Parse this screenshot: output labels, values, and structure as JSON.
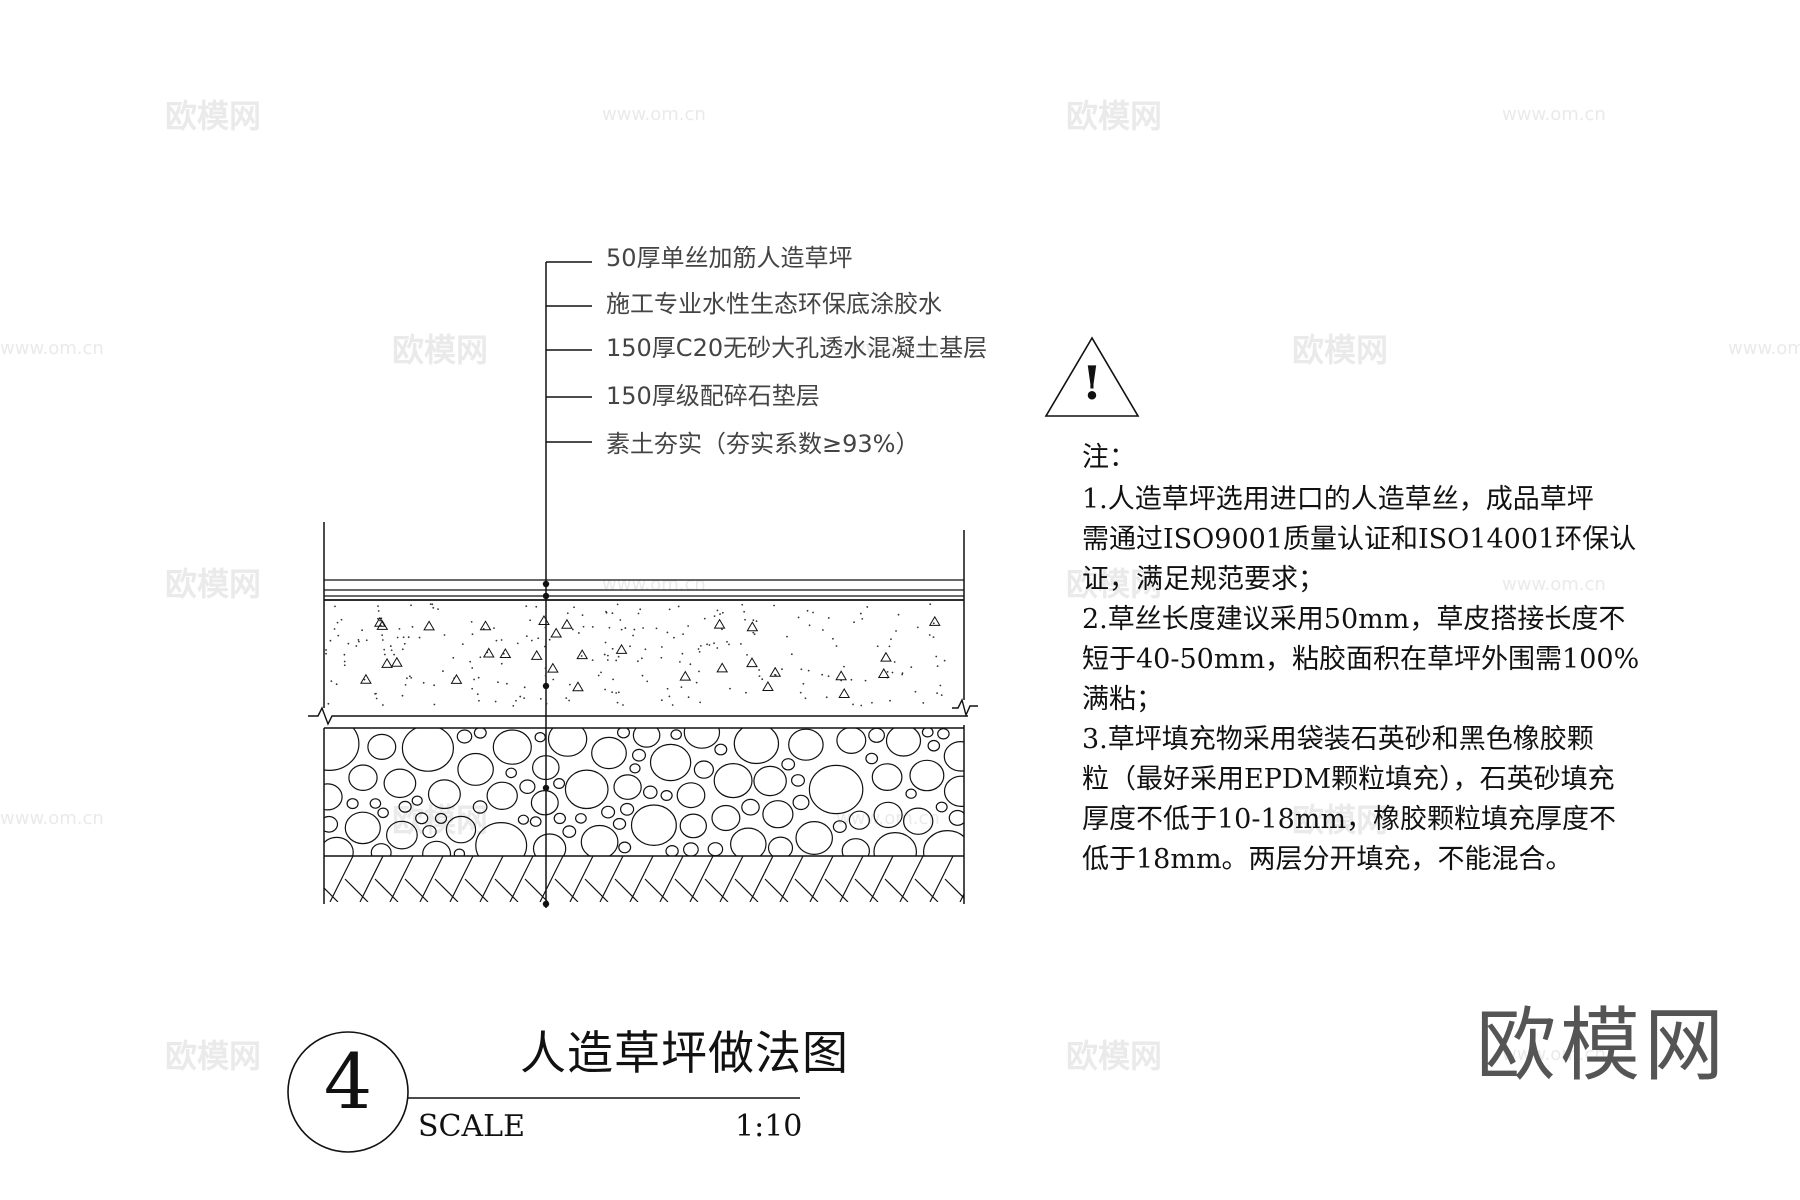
{
  "watermarks": {
    "logo_text": "欧模网",
    "url_text": "www.om.cn",
    "color": "#eaeaea"
  },
  "layers": [
    "50厚单丝加筋人造草坪",
    "施工专业水性生态环保底涂胶水",
    "150厚C20无砂大孔透水混凝土基层",
    "150厚级配碎石垫层",
    "素土夯实（夯实系数≥93%）"
  ],
  "warning": {
    "symbol": "!"
  },
  "notes": {
    "heading": "注：",
    "lines": [
      "1.人造草坪选用进口的人造草丝，成品草坪",
      "需通过ISO9001质量认证和ISO14001环保认",
      "证，满足规范要求；",
      "2.草丝长度建议采用50mm，草皮搭接长度不",
      "短于40-50mm，粘胶面积在草坪外围需100%",
      "满粘；",
      "3.草坪填充物采用袋装石英砂和黑色橡胶颗",
      "粒（最好采用EPDM颗粒填充），石英砂填充",
      "厚度不低于10-18mm，橡胶颗粒填充厚度不",
      "低于18mm。两层分开填充，不能混合。"
    ]
  },
  "title_block": {
    "detail_number": "4",
    "title": "人造草坪做法图",
    "scale_label": "SCALE",
    "scale_value": "1:10"
  },
  "brand": {
    "logo_text": "欧模网"
  },
  "colors": {
    "line": "#111111",
    "label_text": "#444444",
    "brand": "#555555"
  }
}
